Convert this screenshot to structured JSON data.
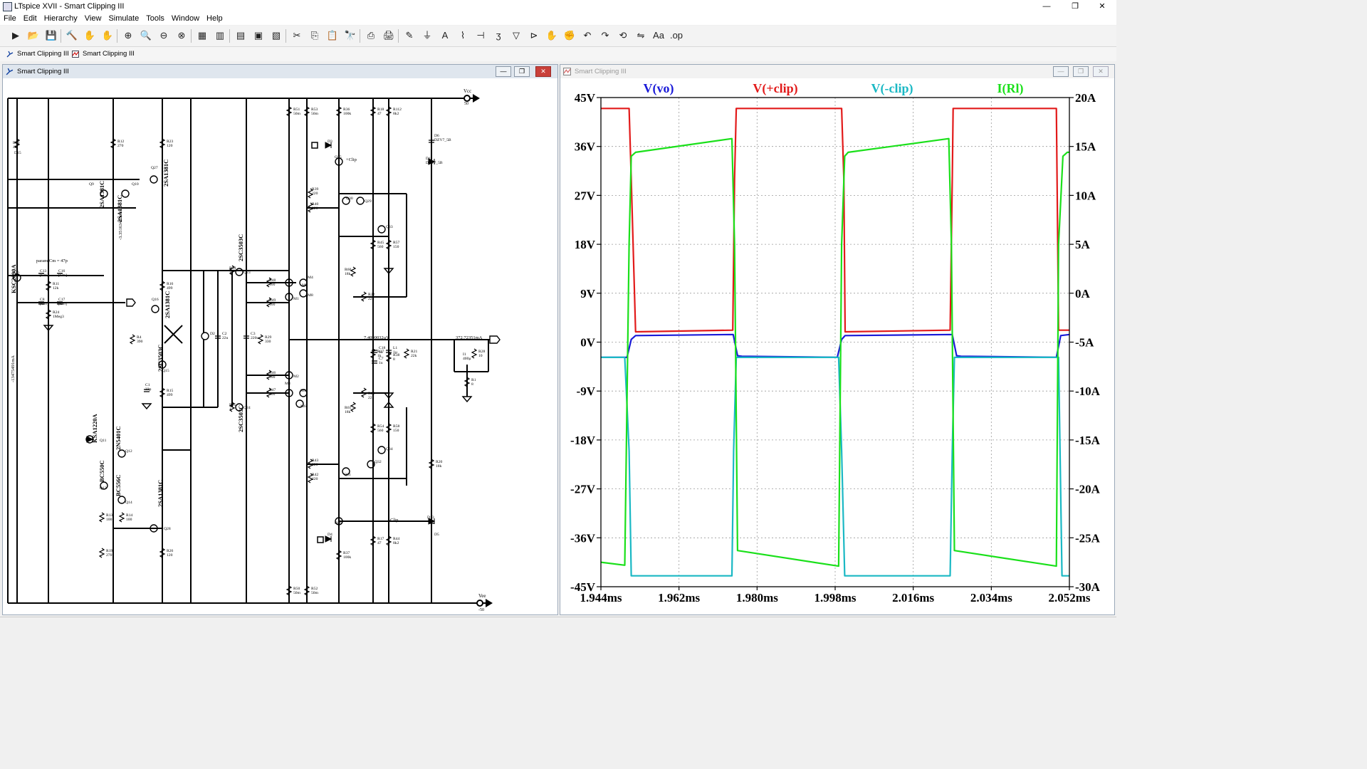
{
  "app": {
    "title": "LTspice XVII - Smart Clipping III",
    "controls": {
      "minimize": "—",
      "restore": "❐",
      "close": "✕"
    }
  },
  "menu": [
    "File",
    "Edit",
    "Hierarchy",
    "View",
    "Simulate",
    "Tools",
    "Window",
    "Help"
  ],
  "toolbar": [
    {
      "name": "run",
      "glyph": "▶"
    },
    {
      "name": "open",
      "glyph": "📂"
    },
    {
      "name": "save",
      "glyph": "💾"
    },
    {
      "name": "control-panel",
      "glyph": "🔨"
    },
    {
      "name": "halt",
      "glyph": "✋"
    },
    {
      "name": "pan",
      "glyph": "✋"
    },
    {
      "name": "zoom-in",
      "glyph": "⊕"
    },
    {
      "name": "zoom-area",
      "glyph": "🔍"
    },
    {
      "name": "zoom-out",
      "glyph": "⊖"
    },
    {
      "name": "zoom-fit",
      "glyph": "⊗"
    },
    {
      "name": "autorange",
      "glyph": "▦"
    },
    {
      "name": "delete-trace",
      "glyph": "▥"
    },
    {
      "name": "tile-horizontal",
      "glyph": "▤"
    },
    {
      "name": "cascade",
      "glyph": "▣"
    },
    {
      "name": "tile-vertical",
      "glyph": "▧"
    },
    {
      "name": "cut",
      "glyph": "✂"
    },
    {
      "name": "copy",
      "glyph": "⎘"
    },
    {
      "name": "paste",
      "glyph": "📋"
    },
    {
      "name": "find",
      "glyph": "🔭"
    },
    {
      "name": "print-setup",
      "glyph": "⎙"
    },
    {
      "name": "print",
      "glyph": "🖨"
    },
    {
      "name": "draw-wire",
      "glyph": "✎"
    },
    {
      "name": "ground",
      "glyph": "⏚"
    },
    {
      "name": "label-net",
      "glyph": "A"
    },
    {
      "name": "resistor",
      "glyph": "⌇"
    },
    {
      "name": "capacitor",
      "glyph": "⊣"
    },
    {
      "name": "inductor",
      "glyph": "ʒ"
    },
    {
      "name": "diode",
      "glyph": "▽"
    },
    {
      "name": "component",
      "glyph": "⊳"
    },
    {
      "name": "move",
      "glyph": "✋"
    },
    {
      "name": "drag",
      "glyph": "✊"
    },
    {
      "name": "undo",
      "glyph": "↶"
    },
    {
      "name": "redo",
      "glyph": "↷"
    },
    {
      "name": "rotate",
      "glyph": "⟲"
    },
    {
      "name": "mirror",
      "glyph": "⇋"
    },
    {
      "name": "text",
      "glyph": "Aa"
    },
    {
      "name": "spice-directive",
      "glyph": ".op"
    }
  ],
  "tabs": [
    {
      "label": "Smart Clipping III",
      "kind": "schematic"
    },
    {
      "label": "Smart Clipping III",
      "kind": "waveform"
    }
  ],
  "schematic_window": {
    "title": "Smart Clipping III"
  },
  "waveform_window": {
    "title": "Smart Clipping III"
  },
  "schematic": {
    "rails": [
      {
        "label": "Vcc",
        "value": "50"
      },
      {
        "label": "Vee",
        "value": "-50"
      }
    ],
    "transistor_labels": [
      "2SA1381C",
      "2SA1381C",
      "2SA1381C",
      "2SA1381C",
      "2SC3503C",
      "2SC3503C",
      "2SC3503C",
      "KSC2690A",
      "KSA1220A",
      "2N5401C",
      "BC550C",
      "BC556C",
      "2SA1381C"
    ],
    "notes": [
      "param Cm = 47p",
      "7.4090032µV",
      "372.72351mA",
      "-13475491mA",
      "-3.35163483mA",
      "+Clip",
      "-Clip"
    ],
    "parts": [
      {
        "ref": "Q6"
      },
      {
        "ref": "Q9"
      },
      {
        "ref": "Q10"
      },
      {
        "ref": "Q27"
      },
      {
        "ref": "Q16"
      },
      {
        "ref": "Q15"
      },
      {
        "ref": "Q11"
      },
      {
        "ref": "Q12"
      },
      {
        "ref": "Q13"
      },
      {
        "ref": "Q14"
      },
      {
        "ref": "Q28"
      },
      {
        "ref": "Q23"
      },
      {
        "ref": "Q24"
      },
      {
        "ref": "Q25"
      },
      {
        "ref": "Q26"
      },
      {
        "ref": "Q29"
      },
      {
        "ref": "Q30"
      },
      {
        "ref": "Q31"
      },
      {
        "ref": "Q32"
      },
      {
        "ref": "Q33"
      },
      {
        "ref": "Q34"
      },
      {
        "ref": "M1"
      },
      {
        "ref": "M2"
      },
      {
        "ref": "M3"
      },
      {
        "ref": "M4"
      },
      {
        "ref": "M5"
      },
      {
        "ref": "M6"
      },
      {
        "ref": "M7"
      },
      {
        "ref": "M8"
      },
      {
        "ref": "R12",
        "value": "270"
      },
      {
        "ref": "R23",
        "value": "120"
      },
      {
        "ref": "R11",
        "value": "12k"
      },
      {
        "ref": "R24",
        "value": "1Meg3"
      },
      {
        "ref": "R16",
        "value": "499"
      },
      {
        "ref": "R15",
        "value": "499"
      },
      {
        "ref": "R13",
        "value": "100"
      },
      {
        "ref": "R14",
        "value": "100"
      },
      {
        "ref": "R19",
        "value": "270"
      },
      {
        "ref": "R26",
        "value": "120"
      },
      {
        "ref": "R4",
        "value": "390"
      },
      {
        "ref": "R34",
        "value": "1"
      },
      {
        "ref": "R35",
        "value": "1"
      },
      {
        "ref": "R29",
        "value": "330"
      },
      {
        "ref": "R48",
        "value": "100"
      },
      {
        "ref": "R49",
        "value": "100"
      },
      {
        "ref": "R46",
        "value": "100"
      },
      {
        "ref": "R47",
        "value": "100"
      },
      {
        "ref": "R39",
        "value": "220"
      },
      {
        "ref": "R40",
        "value": "220"
      },
      {
        "ref": "R43",
        "value": "220"
      },
      {
        "ref": "R42",
        "value": "220"
      },
      {
        "ref": "R51",
        "value": "50m"
      },
      {
        "ref": "R53",
        "value": "50m"
      },
      {
        "ref": "R50",
        "value": "50m"
      },
      {
        "ref": "R52",
        "value": "50m"
      },
      {
        "ref": "R36",
        "value": "100k"
      },
      {
        "ref": "R37",
        "value": "100k"
      },
      {
        "ref": "R18",
        "value": "47"
      },
      {
        "ref": "R112",
        "value": "8k2"
      },
      {
        "ref": "R17",
        "value": "47"
      },
      {
        "ref": "R44",
        "value": "8k2"
      },
      {
        "ref": "R45",
        "value": "560"
      },
      {
        "ref": "R57",
        "value": "150"
      },
      {
        "ref": "R54",
        "value": "560"
      },
      {
        "ref": "R58",
        "value": "150"
      },
      {
        "ref": "R60",
        "value": "18k"
      },
      {
        "ref": "R61",
        "value": "18k"
      },
      {
        "ref": "R22",
        "value": "22k"
      },
      {
        "ref": "R25",
        "value": "22k"
      },
      {
        "ref": "R21",
        "value": "22k"
      },
      {
        "ref": "R27",
        "value": "1k"
      },
      {
        "ref": "R38",
        "value": "8"
      },
      {
        "ref": "R20",
        "value": "18k"
      },
      {
        "ref": "R28",
        "value": "10"
      },
      {
        "ref": "R1",
        "value": "8"
      },
      {
        "ref": "R10",
        "value": "4k"
      },
      {
        "ref": "C13",
        "value": "[Cm]"
      },
      {
        "ref": "C16",
        "value": "[Cm]"
      },
      {
        "ref": "C8",
        "value": "[Cm]"
      },
      {
        "ref": "C17",
        "value": "[Cm]"
      },
      {
        "ref": "C1",
        "value": "33p"
      },
      {
        "ref": "C2",
        "value": "22u"
      },
      {
        "ref": "C3",
        "value": "220u"
      },
      {
        "ref": "C18",
        "value": "1u"
      },
      {
        "ref": "C7",
        "value": "1u"
      },
      {
        "ref": "L1",
        "value": "1µ"
      },
      {
        "ref": "I1",
        "value": "400µ"
      },
      {
        "ref": "D2"
      },
      {
        "ref": "D3"
      },
      {
        "ref": "D4"
      },
      {
        "ref": "D5"
      },
      {
        "ref": "D6",
        "value": "DZV7_5B"
      },
      {
        "ref": "D11",
        "value": "DZV7_5B"
      },
      {
        "ref": "D13"
      },
      {
        "ref": "D15"
      }
    ]
  },
  "chart_data": {
    "type": "line",
    "xlabel": "",
    "ylabel": "",
    "x_ticks": [
      "1.944ms",
      "1.962ms",
      "1.980ms",
      "1.998ms",
      "2.016ms",
      "2.034ms",
      "2.052ms"
    ],
    "y_left_ticks": [
      "45V",
      "36V",
      "27V",
      "18V",
      "9V",
      "0V",
      "-9V",
      "-18V",
      "-27V",
      "-36V",
      "-45V"
    ],
    "y_right_ticks": [
      "20A",
      "15A",
      "10A",
      "5A",
      "0A",
      "-5A",
      "-10A",
      "-15A",
      "-20A",
      "-25A",
      "-30A"
    ],
    "xlim": [
      1.944,
      2.052
    ],
    "ylim_left": [
      -45,
      45
    ],
    "ylim_right": [
      -30,
      20
    ],
    "grid": true,
    "legend_position": "top",
    "series": [
      {
        "name": "V(vo)",
        "axis": "left",
        "color": "#1a1ad8",
        "x": [
          1.944,
          1.95,
          1.951,
          1.952,
          1.9745,
          1.9755,
          1.9765,
          1.9985,
          1.9995,
          2.0003,
          2.025,
          2.026,
          2.027,
          2.049,
          2.05,
          2.052
        ],
        "y": [
          -2.8,
          -2.8,
          0.5,
          1.2,
          1.4,
          -2.5,
          -2.6,
          -2.8,
          0.5,
          1.2,
          1.4,
          -2.5,
          -2.6,
          -2.8,
          1.2,
          1.4
        ]
      },
      {
        "name": "V(+clip)",
        "axis": "left",
        "color": "#e21a1a",
        "x": [
          1.944,
          1.9505,
          1.951,
          1.952,
          1.9744,
          1.9748,
          1.9752,
          1.9995,
          2.0,
          2.0003,
          2.0245,
          2.025,
          2.0252,
          2.049,
          2.0495,
          2.052
        ],
        "y": [
          43,
          43,
          30,
          1.9,
          2.2,
          30,
          43,
          43,
          30,
          1.9,
          2.2,
          30,
          43,
          43,
          2.2,
          2.2
        ]
      },
      {
        "name": "V(-clip)",
        "axis": "left",
        "color": "#1ab8c4",
        "x": [
          1.944,
          1.9495,
          1.9505,
          1.951,
          1.9742,
          1.9746,
          1.9752,
          1.9988,
          1.9995,
          2.0002,
          2.0245,
          2.025,
          2.0255,
          2.0495,
          2.0503,
          2.052
        ],
        "y": [
          -2.8,
          -2.8,
          -20,
          -43,
          -43,
          -20,
          -2.8,
          -2.8,
          -20,
          -43,
          -43,
          -20,
          -2.8,
          -2.8,
          -43,
          -43
        ]
      },
      {
        "name": "I(Rl)",
        "axis": "right",
        "color": "#1ae01a",
        "x": [
          1.944,
          1.9495,
          1.9505,
          1.951,
          1.952,
          1.9742,
          1.9748,
          1.9755,
          1.9988,
          1.9995,
          2.0002,
          2.001,
          2.0242,
          2.0248,
          2.0255,
          2.049,
          2.0495,
          2.0505,
          2.0515,
          2.052
        ],
        "y": [
          -27.5,
          -27.8,
          5,
          14,
          14.4,
          15.8,
          5,
          -26.3,
          -27.9,
          5,
          14,
          14.4,
          15.8,
          5,
          -26.3,
          -27.9,
          5,
          14,
          14.4,
          14.4
        ]
      }
    ]
  }
}
